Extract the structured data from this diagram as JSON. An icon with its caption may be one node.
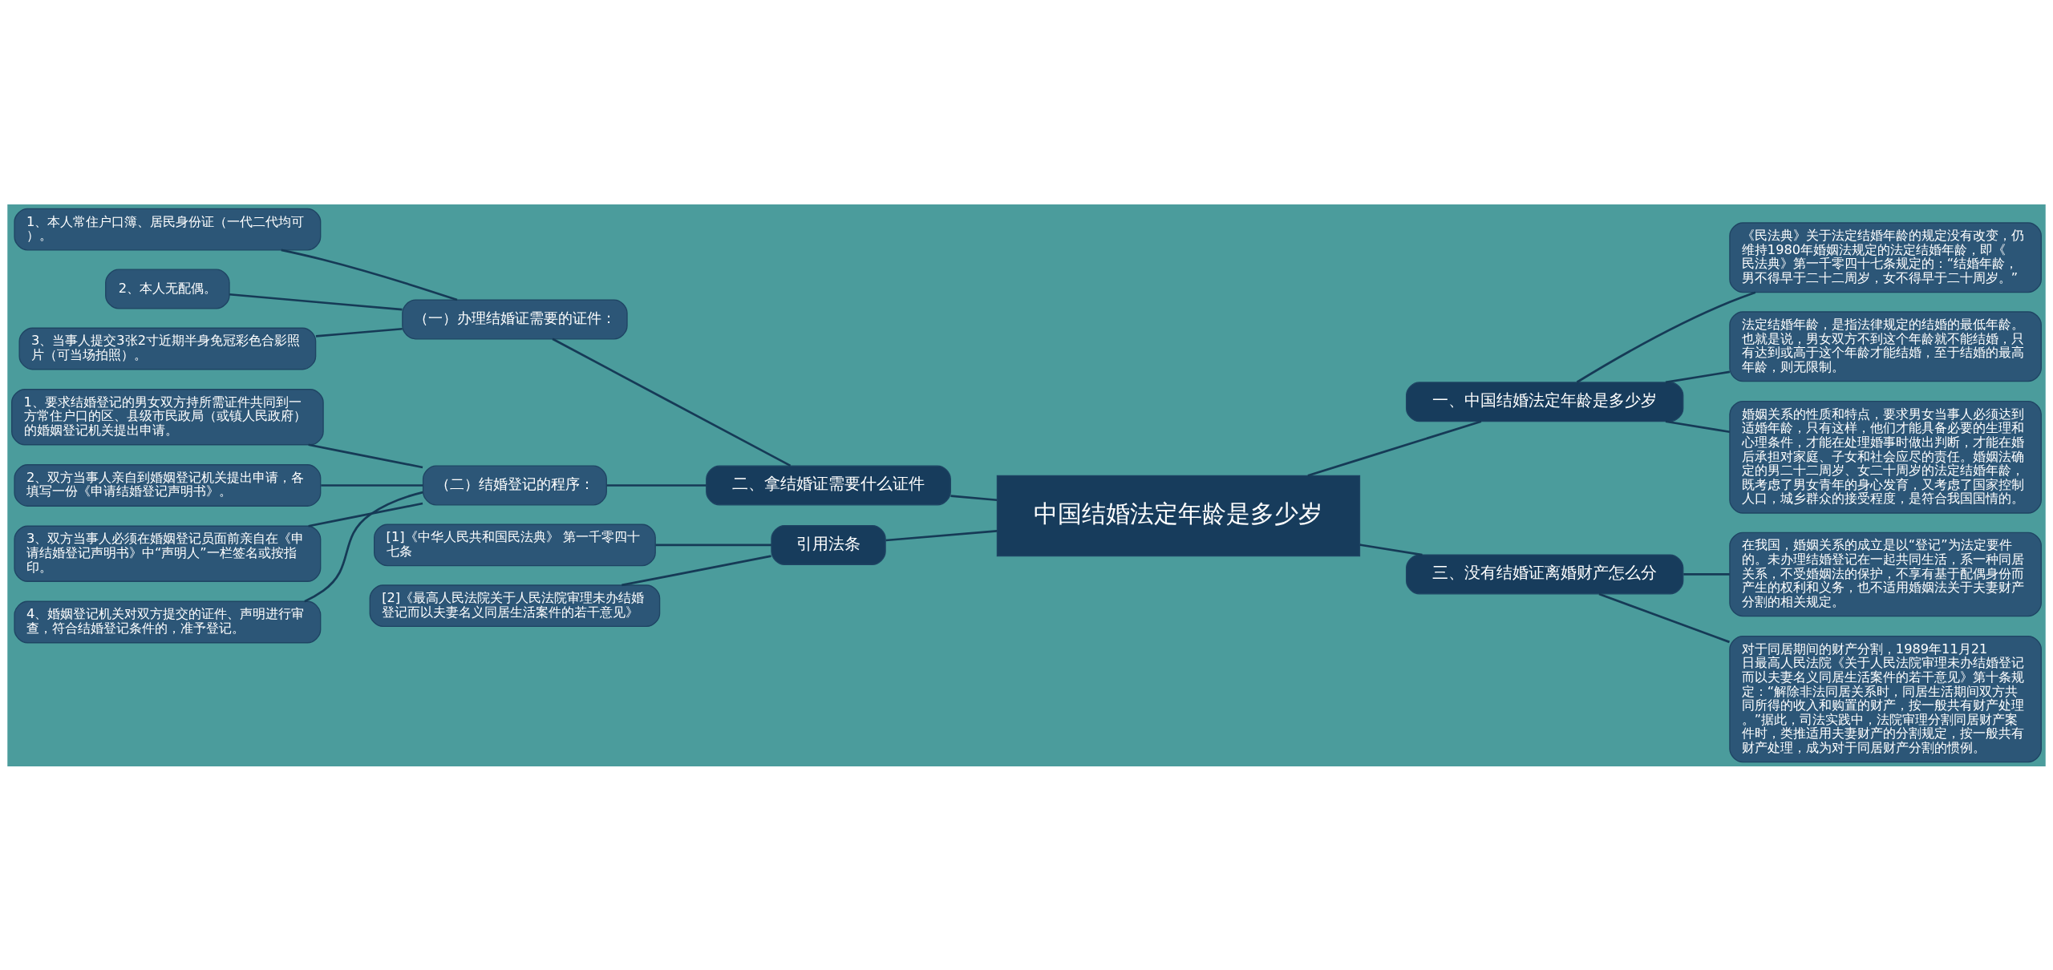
{
  "diagram": {
    "nodes": [
      {
        "text": [
          "中国结婚法定年龄是多少岁"
        ]
      },
      {
        "text": [
          "二、拿结婚证需要什么证件"
        ]
      },
      {
        "text": [
          "（一）办理结婚证需要的证件："
        ]
      },
      {
        "text": [
          "1、本人常住户口簿、居民身份证（一代二代均可）。"
        ]
      },
      {
        "text": [
          "2、本人无配偶。"
        ]
      },
      {
        "text": [
          "3、当事人提交3张2寸近期半身免冠彩色合影照片（可当场拍照）。"
        ]
      },
      {
        "text": [
          "（二）结婚登记的程序："
        ]
      },
      {
        "text": [
          "1、要求结婚登记的男女双方持所需证件共同到一方常住户口的区、县级市民政局（或镇人民政府）的婚姻登记机关提出申请。"
        ]
      },
      {
        "text": [
          "2、双方当事人亲自到婚姻登记机关提出申请，各填写一份《申请结婚登记声明书》。"
        ]
      },
      {
        "text": [
          "3、双方当事人必须在婚姻登记员面前亲自在《申请结婚登记声明书》中“声明人”一栏签名或按指印。"
        ]
      },
      {
        "text": [
          "4、婚姻登记机关对双方提交的证件、声明进行审查，符合结婚登记条件的，准予登记。"
        ]
      },
      {
        "text": [
          "引用法条"
        ]
      },
      {
        "text": [
          "[1]《中华人民共和国民法典》 第一千零四十七条"
        ]
      },
      {
        "text": [
          "[2]《最高人民法院关于人民法院审理未办结婚登记而以夫妻名义同居生活案件的若干意见》"
        ]
      },
      {
        "text": [
          "一、中国结婚法定年龄是多少岁"
        ]
      },
      {
        "text": [
          "《民法典》关于法定结婚年龄的规定没有改变，仍维持1980年婚姻法规定的法定结婚年龄，即《民法典》第一千零四十七条规定的：“结婚年龄，男不得早于二十二周岁，女不得早于二十周岁。”"
        ]
      },
      {
        "text": [
          "法定结婚年龄，是指法律规定的结婚的最低年龄。也就是说，男女双方不到这个年龄就不能结婚，只有达到或高于这个年龄才能结婚，至于结婚的最高年龄，则无限制。"
        ]
      },
      {
        "text": [
          "婚姻关系的性质和特点，要求男女当事人必须达到适婚年龄，只有这样，他们才能具备必要的生理和心理条件，才能在处理婚事时做出判断，才能在婚后承担对家庭、子女和社会应尽的责任。婚姻法确定的男二十二周岁、女二十周岁的法定结婚年龄，既考虑了男女青年的身心发育，又考虑了国家控制人口，城乡群众的接受程度，是符合我国国情的。"
        ]
      },
      {
        "text": [
          "三、没有结婚证离婚财产怎么分"
        ]
      },
      {
        "text": [
          "在我国，婚姻关系的成立是以“登记”为法定要件的。未办理结婚登记在一起共同生活，系一种同居关系，不受婚姻法的保护，不享有基于配偶身份而产生的权利和义务，也不适用婚姻法关于夫妻财产分割的相关规定。"
        ]
      },
      {
        "text": [
          "对于同居期间的财产分割，1989年11月21日最高人民法院《关于人民法院审理未办结婚登记而以夫妻名义同居生活案件的若干意见》第十条规定：“解除非法同居关系时，同居生活期间双方共同所得的收入和购置的财产，按一般共有财产处理。”据此，司法实践中，法院审理分割同居财产案件时，类推适用夫妻财产的分割规定，按一般共有财产处理，成为对于同居财产分割的惯例。"
        ]
      }
    ],
    "edges": [
      {
        "from": 0,
        "to": 1,
        "arrow": "none"
      },
      {
        "from": 1,
        "to": 2,
        "arrow": "none"
      },
      {
        "from": 2,
        "to": 3,
        "arrow": "none"
      },
      {
        "from": 2,
        "to": 4,
        "arrow": "none"
      },
      {
        "from": 2,
        "to": 5,
        "arrow": "none"
      },
      {
        "from": 1,
        "to": 6,
        "arrow": "none"
      },
      {
        "from": 6,
        "to": 7,
        "arrow": "none"
      },
      {
        "from": 6,
        "to": 8,
        "arrow": "none"
      },
      {
        "from": 6,
        "to": 9,
        "arrow": "none"
      },
      {
        "from": 6,
        "to": 10,
        "arrow": "none"
      },
      {
        "from": 0,
        "to": 11,
        "arrow": "none"
      },
      {
        "from": 11,
        "to": 12,
        "arrow": "none"
      },
      {
        "from": 11,
        "to": 13,
        "arrow": "none"
      },
      {
        "from": 0,
        "to": 14,
        "arrow": "none"
      },
      {
        "from": 14,
        "to": 15,
        "arrow": "none"
      },
      {
        "from": 14,
        "to": 16,
        "arrow": "none"
      },
      {
        "from": 14,
        "to": 17,
        "arrow": "none"
      },
      {
        "from": 0,
        "to": 18,
        "arrow": "none"
      },
      {
        "from": 18,
        "to": 19,
        "arrow": "none"
      },
      {
        "from": 18,
        "to": 20,
        "arrow": "none"
      }
    ]
  }
}
